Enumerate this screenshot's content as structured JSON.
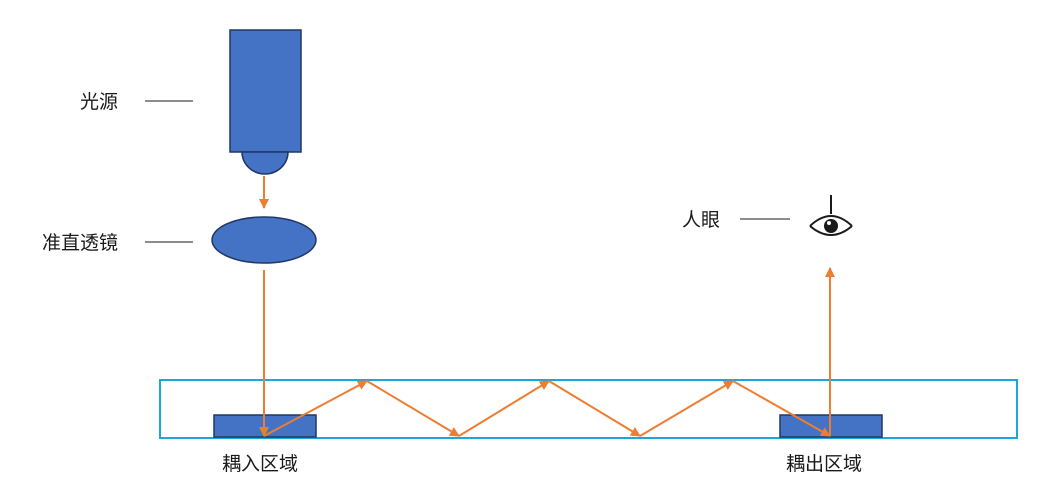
{
  "labels": {
    "light_source": "光源",
    "collimating_lens": "准直透镜",
    "human_eye": "人眼",
    "coupling_in_region": "耦入区域",
    "coupling_out_region": "耦出区域"
  },
  "colors": {
    "component_fill": "#4472c4",
    "component_stroke": "#1f3864",
    "ray": "#ed7d31",
    "waveguide": "#1aa7e0",
    "leader_line": "#1a1a1a",
    "eye": "#1a1a1a"
  },
  "icons": {
    "eye": "eye-icon"
  }
}
